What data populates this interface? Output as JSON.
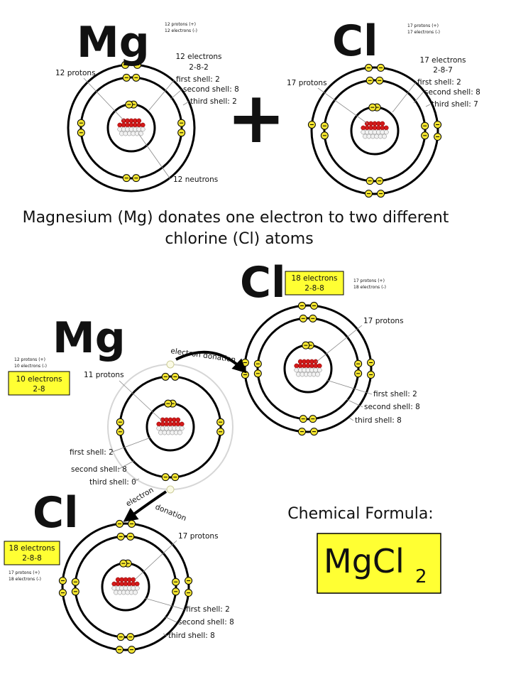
{
  "colors": {
    "electron": "#f4e531",
    "proton": "#d41a1a",
    "neutron": "#f2f2f2",
    "highlight": "#ffff33"
  },
  "top": {
    "mg": {
      "symbol": "Mg",
      "note_protons": "12 protons (+)",
      "note_electrons": "12 electrons (-)",
      "electrons": "12 electrons",
      "config": "2-8-2",
      "protons": "12 protons",
      "first": "first shell: 2",
      "second": "second shell: 8",
      "third": "third shell: 2",
      "neutrons": "12 neutrons"
    },
    "plus": "+",
    "cl": {
      "symbol": "Cl",
      "note_protons": "17 protons (+)",
      "note_electrons": "17 electrons (-)",
      "electrons": "17 electrons",
      "config": "2-8-7",
      "protons": "17 protons",
      "first": "first shell: 2",
      "second": "second shell: 8",
      "third": "third shell: 7"
    }
  },
  "caption_line1": "Magnesium (Mg) donates one electron to two different",
  "caption_line2": "chlorine (Cl) atoms",
  "cl_right": {
    "symbol": "Cl",
    "electrons": "18 electrons",
    "config": "2-8-8",
    "note_protons": "17 protons (+)",
    "note_electrons": "18 electrons (-)",
    "protons": "17 protons",
    "first": "first shell: 2",
    "second": "second shell: 8",
    "third": "third shell: 8"
  },
  "mg_ion": {
    "symbol": "Mg",
    "note_protons": "12 protons (+)",
    "note_electrons": "10 electrons (-)",
    "electrons": "10 electrons",
    "config": "2-8",
    "protons": "11 protons",
    "first": "first shell: 2",
    "second": "second shell: 8",
    "third": "third shell: 0"
  },
  "donation_top": "electron donation",
  "donation_bottom_1": "electron",
  "donation_bottom_2": "donation",
  "cl_left": {
    "symbol": "Cl",
    "electrons": "18 electrons",
    "config": "2-8-8",
    "note_protons": "17 protons (+)",
    "note_electrons": "18 electrons (-)",
    "protons": "17 protons",
    "first": "first shell: 2",
    "second": "second shell: 8",
    "third": "third shell: 8"
  },
  "formula": {
    "title": "Chemical Formula:",
    "main": "MgCl",
    "subscript": "2"
  }
}
